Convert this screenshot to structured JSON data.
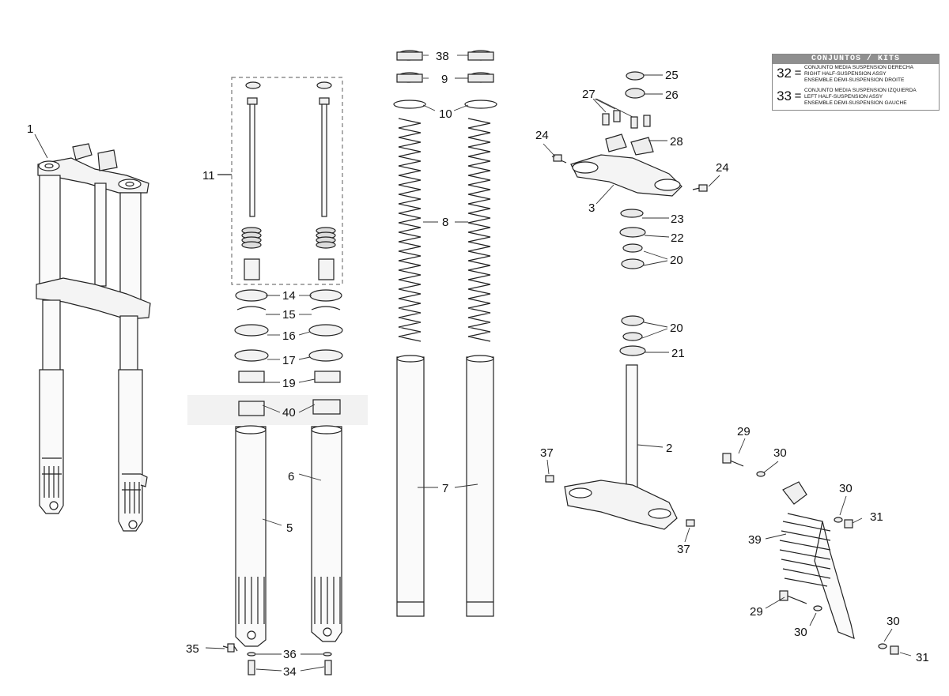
{
  "kits": {
    "header": "CONJUNTOS / KITS",
    "items": [
      {
        "num": "32",
        "eq": "=",
        "lines": [
          "CONJUNTO MEDIA SUSPENSION DERECHA",
          "RIGHT HALF-SUSPENSION ASSY",
          "ENSEMBLE DEMI-SUSPENSION DROITE"
        ]
      },
      {
        "num": "33",
        "eq": "=",
        "lines": [
          "CONJUNTO MEDIA SUSPENSION IZQUIERDA",
          "LEFT HALF-SUSPENSION ASSY",
          "ENSEMBLE DEMI-SUSPENSION GAUCHE"
        ]
      }
    ]
  },
  "callouts": {
    "c1": "1",
    "c2": "2",
    "c3": "3",
    "c5": "5",
    "c6": "6",
    "c7": "7",
    "c8": "8",
    "c9": "9",
    "c10": "10",
    "c11": "11",
    "c14": "14",
    "c15": "15",
    "c16": "16",
    "c17": "17",
    "c19": "19",
    "c20a": "20",
    "c20b": "20",
    "c21": "21",
    "c22": "22",
    "c23": "23",
    "c24a": "24",
    "c24b": "24",
    "c25": "25",
    "c26": "26",
    "c27": "27",
    "c28": "28",
    "c29a": "29",
    "c29b": "29",
    "c30a": "30",
    "c30b": "30",
    "c30c": "30",
    "c30d": "30",
    "c31a": "31",
    "c31b": "31",
    "c34": "34",
    "c35": "35",
    "c36": "36",
    "c37a": "37",
    "c37b": "37",
    "c38": "38",
    "c39": "39",
    "c40": "40"
  }
}
